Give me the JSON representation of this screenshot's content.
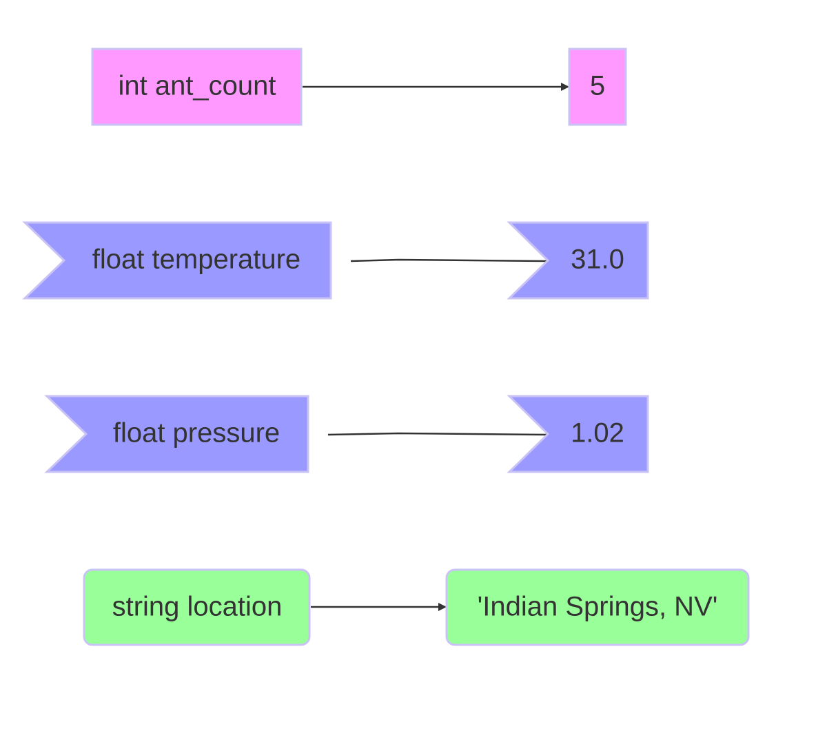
{
  "colors": {
    "int": "#ff99ff",
    "float": "#9999ff",
    "string": "#99ff99",
    "border": "#c9c3f5",
    "edge": "#333333",
    "text": "#333333"
  },
  "rows": [
    {
      "variable": "int ant_count",
      "value": "5",
      "type": "int"
    },
    {
      "variable": "float temperature",
      "value": "31.0",
      "type": "float"
    },
    {
      "variable": "float pressure",
      "value": "1.02",
      "type": "float"
    },
    {
      "variable": "string location",
      "value": "'Indian Springs, NV'",
      "type": "string"
    }
  ]
}
